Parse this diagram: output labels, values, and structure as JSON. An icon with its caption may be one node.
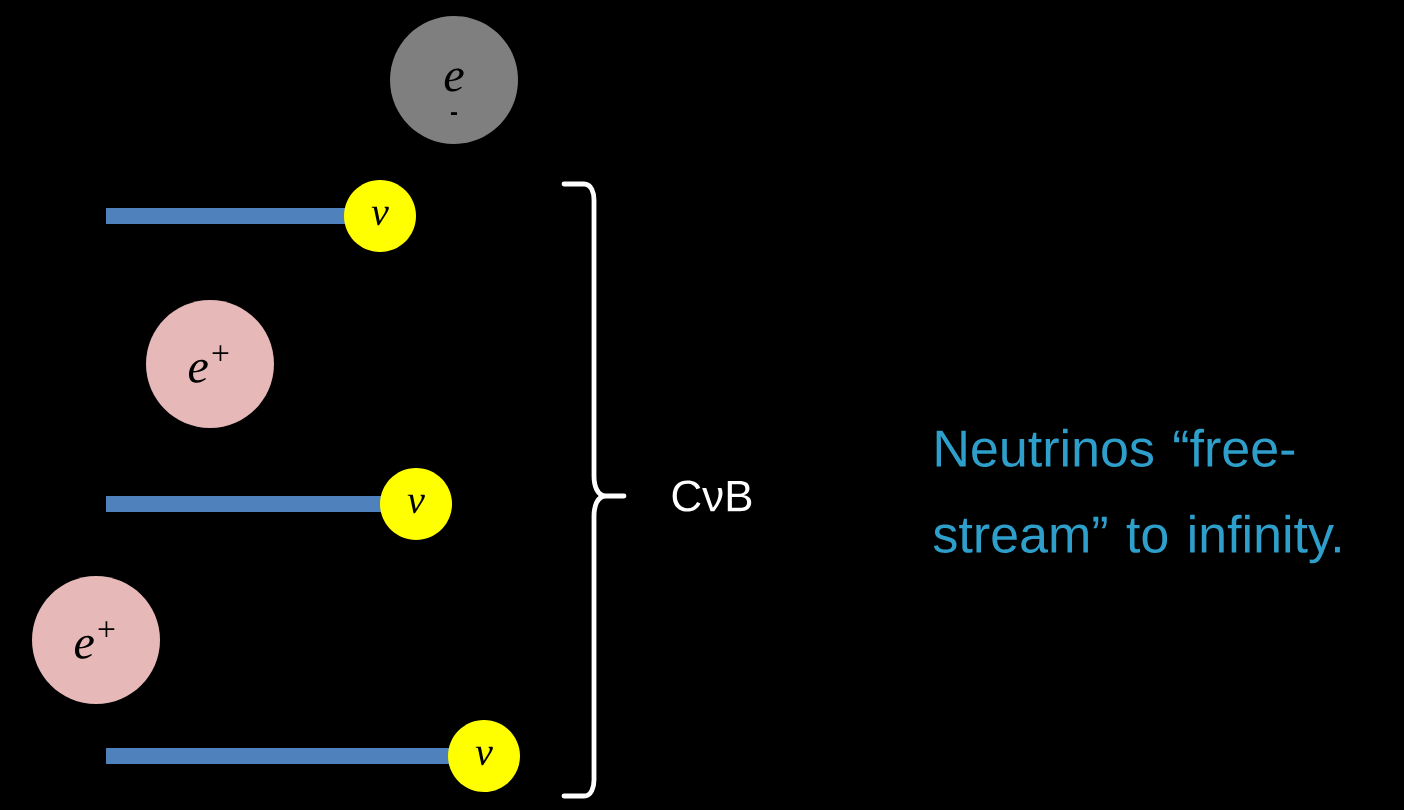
{
  "diagram": {
    "nodes": [
      {
        "text": [
          "e",
          "-"
        ]
      },
      {
        "text": [
          "ν"
        ]
      },
      {
        "text": [
          "e$^{+}$"
        ]
      },
      {
        "text": [
          "ν"
        ]
      },
      {
        "text": [
          "e$^{+}$"
        ]
      },
      {
        "text": [
          "ν"
        ]
      }
    ],
    "labels": [
      "CνB",
      "Neutrinos “free-stream” to infinity."
    ]
  }
}
